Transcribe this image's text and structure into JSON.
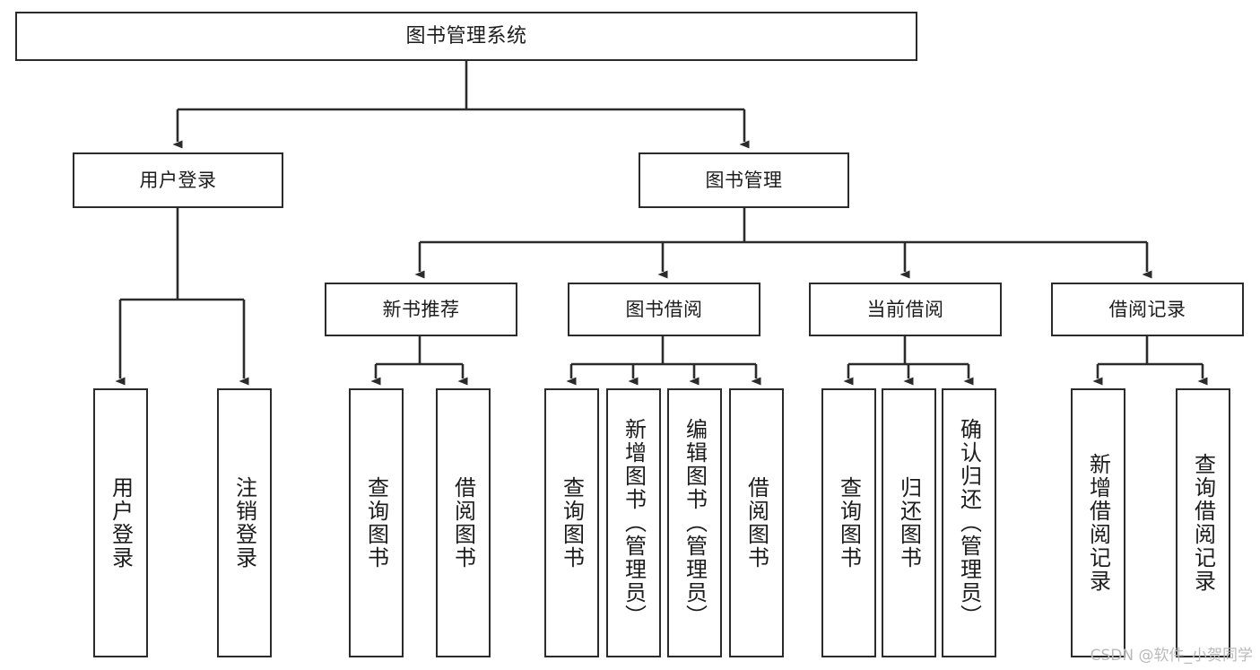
{
  "diagram": {
    "title": "图书管理系统",
    "type": "tree-hierarchy-chart",
    "root": {
      "id": "root",
      "label": "图书管理系统"
    },
    "level2": [
      {
        "id": "user-login",
        "label": "用户登录"
      },
      {
        "id": "book-manage",
        "label": "图书管理"
      }
    ],
    "level3": [
      {
        "id": "new-book-rec",
        "label": "新书推荐"
      },
      {
        "id": "book-borrow",
        "label": "图书借阅"
      },
      {
        "id": "current-borrow",
        "label": "当前借阅"
      },
      {
        "id": "borrow-record",
        "label": "借阅记录"
      }
    ],
    "leaves": {
      "user_login": [
        {
          "id": "leaf-user-login",
          "label": "用户登录"
        },
        {
          "id": "leaf-logout",
          "label": "注销登录"
        }
      ],
      "new_book_rec": [
        {
          "id": "leaf-query-book-1",
          "label": "查询图书"
        },
        {
          "id": "leaf-borrow-book-1",
          "label": "借阅图书"
        }
      ],
      "book_borrow": [
        {
          "id": "leaf-query-book-2",
          "label": "查询图书"
        },
        {
          "id": "leaf-add-book",
          "label": "新增图书（管理员）"
        },
        {
          "id": "leaf-edit-book",
          "label": "编辑图书（管理员）"
        },
        {
          "id": "leaf-borrow-book-2",
          "label": "借阅图书"
        }
      ],
      "current_borrow": [
        {
          "id": "leaf-query-book-3",
          "label": "查询图书"
        },
        {
          "id": "leaf-return-book",
          "label": "归还图书"
        },
        {
          "id": "leaf-confirm-return",
          "label": "确认归还（管理员）"
        }
      ],
      "borrow_record": [
        {
          "id": "leaf-add-record",
          "label": "新增借阅记录"
        },
        {
          "id": "leaf-query-record",
          "label": "查询借阅记录"
        }
      ]
    }
  },
  "colors": {
    "stroke": "#2b2b2b",
    "fill": "#ffffff",
    "text": "#1c1c1c",
    "watermark": "#b9b9b9"
  },
  "watermark": {
    "text": "CSDN @软件_小贺同学"
  }
}
